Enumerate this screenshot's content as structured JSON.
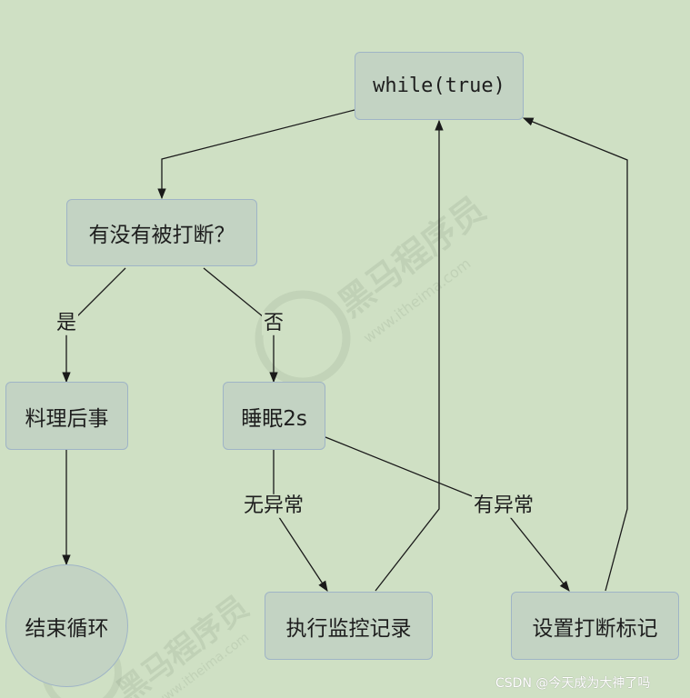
{
  "nodes": {
    "loop": "while(true)",
    "check": "有没有被打断？",
    "cleanup": "料理后事",
    "sleep": "睡眠2s",
    "end": "结束循环",
    "monitor": "执行监控记录",
    "set_flag": "设置打断标记"
  },
  "edges": {
    "yes": "是",
    "no": "否",
    "no_exception": "无异常",
    "has_exception": "有异常"
  },
  "watermark": {
    "logo_text": "黑马程序员",
    "site_text": "www.itheima.com",
    "credit": "CSDN @今天成为大神了吗"
  },
  "colors": {
    "background": "#cfe0c4",
    "node_fill": "#c3d3c3",
    "node_border": "#9fb4c6",
    "edge": "#1a1a1a"
  }
}
